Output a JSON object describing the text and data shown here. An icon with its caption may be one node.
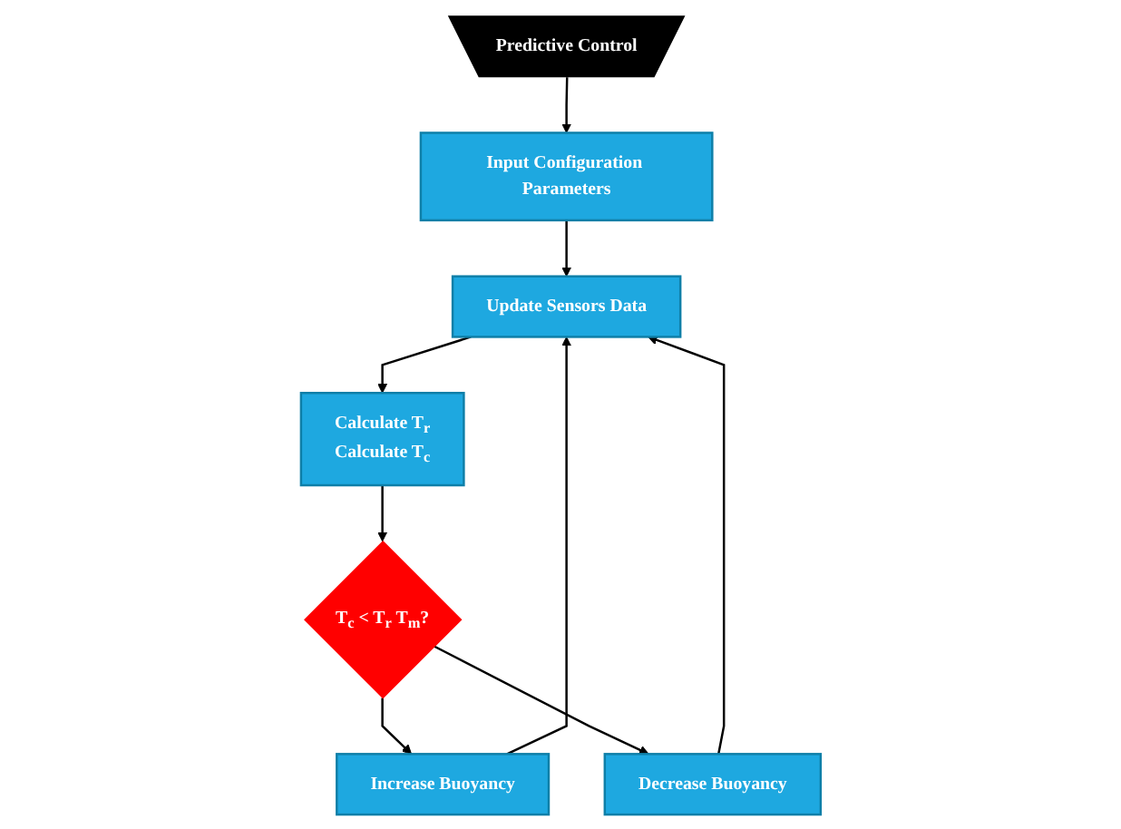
{
  "diagram": {
    "nodes": [
      {
        "text": [
          "Predictive Control"
        ]
      },
      {
        "text": [
          "Input Configuration Parameters"
        ]
      },
      {
        "text": [
          "Update Sensors Data"
        ]
      },
      {
        "text": [
          "Calculate T$_{r}$",
          "Calculate T$_{c}$"
        ]
      },
      {
        "text": [
          "T$_{c}$ < T$_{r}$ T$_{m}$?"
        ]
      },
      {
        "text": [
          "Increase Buoyancy"
        ]
      },
      {
        "text": [
          "Decrease Buoyancy"
        ]
      }
    ],
    "edges": [
      {
        "from": 0,
        "to": 1,
        "arrow": "to"
      },
      {
        "from": 1,
        "to": 2,
        "arrow": "to"
      },
      {
        "from": 2,
        "to": 3,
        "arrow": "to"
      },
      {
        "from": 3,
        "to": 4,
        "arrow": "to"
      },
      {
        "from": 4,
        "to": 5,
        "arrow": "to"
      },
      {
        "from": 4,
        "to": 6,
        "arrow": "to"
      },
      {
        "from": 5,
        "to": 2,
        "arrow": "to"
      },
      {
        "from": 6,
        "to": 2,
        "arrow": "to"
      }
    ]
  }
}
